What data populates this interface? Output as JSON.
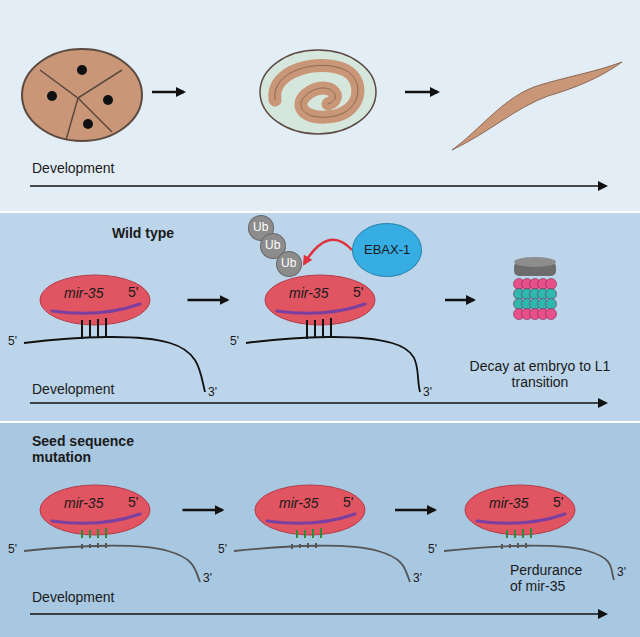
{
  "diagram": {
    "nodes": [
      {
        "text": [
          "Development"
        ]
      },
      {
        "text": [
          "Wild type",
          "Development"
        ]
      },
      {
        "text": [
          "mir-35",
          "5'"
        ],
        "in": 1
      },
      {
        "text": [
          "mir-35",
          "5'"
        ],
        "in": 1
      },
      {
        "text": [
          "Ub"
        ],
        "in": 1
      },
      {
        "text": [
          "Ub"
        ],
        "in": 1
      },
      {
        "text": [
          "Ub"
        ],
        "in": 1
      },
      {
        "text": [
          "EBAX-1"
        ],
        "in": 1
      },
      {
        "text": [
          "Seed sequence mutation",
          "Development"
        ]
      },
      {
        "text": [
          "mir-35",
          "5'"
        ],
        "in": 8
      },
      {
        "text": [
          "mir-35",
          "5'"
        ],
        "in": 8
      },
      {
        "text": [
          "mir-35",
          "5'"
        ],
        "in": 8
      }
    ],
    "edges": [
      {
        "from": 2,
        "to": 3,
        "arrow": "to"
      },
      {
        "from": 7,
        "to": 6,
        "arrow": "to"
      },
      {
        "from": 9,
        "to": 10,
        "arrow": "to"
      },
      {
        "from": 10,
        "to": 11,
        "arrow": "to"
      }
    ],
    "labels": [
      "5'",
      "3'",
      "5'",
      "3'",
      "Decay at embryo to L1 transition",
      "5'",
      "3'",
      "5'",
      "3'",
      "5'",
      "3'",
      "Perdurance of mir-35"
    ]
  }
}
